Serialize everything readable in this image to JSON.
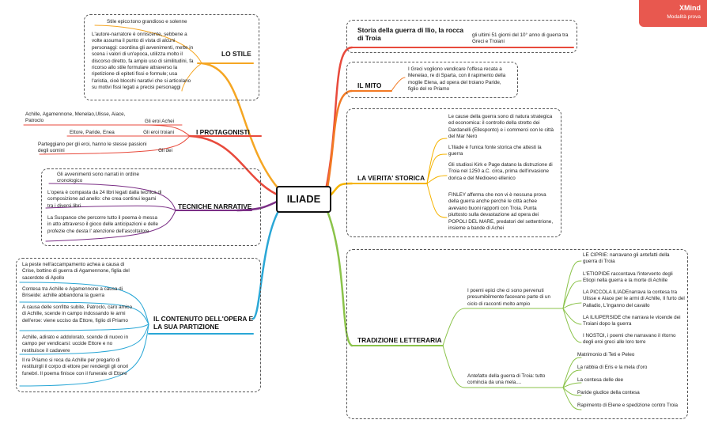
{
  "center": "ILIADE",
  "badge": {
    "brand": "XMind",
    "subtitle": "Modalità prova"
  },
  "stile": {
    "topic": "LO STILE",
    "items": [
      "Stile epico:tono grandioso e solenne",
      "L'autore-narratore è onniscente, sebbene a volte assuma il punto di vista di alcuni personaggi: coordina gli avvenimenti, mette in scena i valori di un'epoca, utilizza molto il discorso diretto, fa ampio uso di similitudini, fa ricorso allo stile formulare attraverso la ripetizione di epiteti fissi e formule; usa l'aristia, cioè blocchi narativi che si articolano   su motivi fissi legati a precisi personaggi"
    ]
  },
  "protagonisti": {
    "topic": "I PROTAGONISTI",
    "groups": [
      {
        "label": "Gli eroi Achei",
        "detail": "Achille, Agamennone, Menelao,Ulisse, Aiace, Patroclo"
      },
      {
        "label": "Gli eroi troiani",
        "detail": "Ettore, Paride, Enea"
      },
      {
        "label": "Gli dei",
        "detail": "Parteggiano per gli eroi, hanno le stesse passioni degli uomini"
      }
    ]
  },
  "tecniche": {
    "topic": "TECNICHE NARRATIVE",
    "items": [
      "Gli avvenimenti sono narrati in ordine cronologico",
      "L'opera è compasta da 24 libri legati dalla tecnica di composizione ad anello: che crea continui legami tra i diversi libri",
      "La Suspance che percorre tutto il poema è messa in atto attraverso il gioco delle anticipazioni e delle profezie che desta l' atenzione dell'ascoltatore"
    ]
  },
  "contenuto": {
    "topic": "IL CONTENUTO DELL'OPERA E LA SUA PARTIZIONE",
    "items": [
      "La peste nell'accampamento achea a causa di Crise, bottino di guerra di Agamennone, figlia del sacerdote di Apollo",
      "Contesa tra Achille e Agamennone a causa di Briseide: achille abbandona la guerra",
      "A causa delle sonfitte subite, Patroclo, caro amico di Achille, scende in campo indossando le armi dell'eroe: viene ucciso da Ettore, figlio di Priamo",
      "Achille, adirato e addolorato, scende di nuovo in campo per vendicarsi: uccide Ettore e no restituisce il cadavere",
      "Il re Priamo si reca da Achille per pregarlo di restituirgli il corpo di ettore per rendergli gli onori funebri. Il poema finisce con il funerale di Ettore"
    ]
  },
  "storia": {
    "topic": "Storia della guerra di Ilio, la rocca di Troia",
    "detail": "gli ultimi 51 giorni del 10° anno di guerra tra Greci e Troiani"
  },
  "mito": {
    "topic": "IL MITO",
    "detail": "I Greci vogliono vendicare l'offesa recata a Menelao, re di Sparta, con il rapimento della moglie Elena, ad opera del troiano Paride, figlio del re Priamo"
  },
  "verita": {
    "topic": "LA VERITA' STORICA",
    "items": [
      "Le cause della guerra sono di natura strategica ed economica: il controllo della stretto dei Dardanelli (Ellesponto) e i commerci con le città del Mar Nero",
      "L'Iliade è l'unica fonte storica che attesti la guerra",
      "Gli studiosi Kirk e Page datano la distruzione di Troia nel 1250 a.C. circa, prima dell'invasione dorica e del Medioevo ellenico",
      "FINLEY  afferma che non vi è nessuna prova della guerra anche perché le città achee avevano buoni rapporti con Troia. Punta piuttosto sulla devastazione ad opera dei POPOLI DEL MARE, predatori del settentrione, insieme a bande di Achei"
    ]
  },
  "tradizione": {
    "topic": "TRADIZIONE LETTERARIA",
    "ciclo": {
      "label": "I poemi epici che ci sono pervenuti presumibilmente facevano parte di un ciclo di racconti molto ampio",
      "items": [
        "LE CIPRIE: narravano gli antefatti della guerra di Troia",
        "L'ETIOPIDE raccontava l'intervento degli Etiopi nella guerra e la morte di Achille",
        "LA PICCOLA ILIADEnarrava la contesa tra Ulisse e Aiace per le armi di Achille, Il furto del Palladio, L'inganno del cavallo",
        "LA ILIUPERSIDE che narrava le vicende dei Troiani dopo la guerra",
        "I NOSTOI, i poemi che narravano il ritorno degli eroi greci alle loro terre"
      ]
    },
    "antefatto": {
      "label": "Antefatto della guerra di Troia: tutto comincia da una mela....",
      "items": [
        "Matrimonio di Teti e Peleo",
        "La rabbia di Eris e la mela d'oro",
        "La contesa delle dee",
        "Paride giudice della contesa",
        "Rapimento di Elene e spedizione contro Troia"
      ]
    }
  }
}
